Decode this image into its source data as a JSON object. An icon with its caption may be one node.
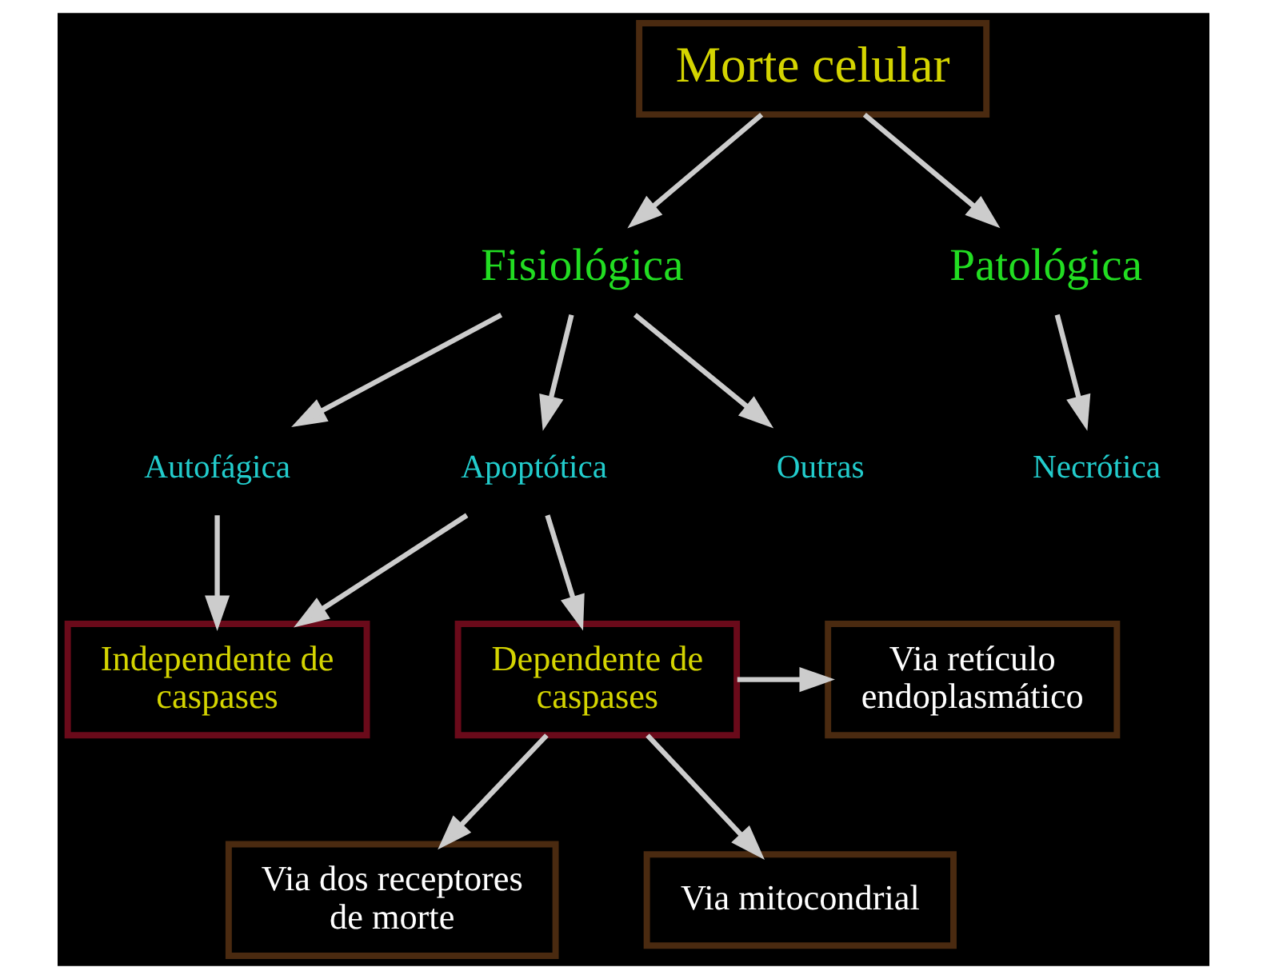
{
  "diagram": {
    "nodes": [
      {
        "text": [
          "Morte celular"
        ]
      },
      {
        "text": [
          "Fisiológica"
        ]
      },
      {
        "text": [
          "Patológica"
        ]
      },
      {
        "text": [
          "Autofágica"
        ]
      },
      {
        "text": [
          "Apoptótica"
        ]
      },
      {
        "text": [
          "Outras"
        ]
      },
      {
        "text": [
          "Necrótica"
        ]
      },
      {
        "text": [
          "Independente de caspases"
        ]
      },
      {
        "text": [
          "Dependente de caspases"
        ]
      },
      {
        "text": [
          "Via retículo endoplasmático"
        ]
      },
      {
        "text": [
          "Via dos receptores de morte"
        ]
      },
      {
        "text": [
          "Via mitocondrial"
        ]
      }
    ],
    "edges": [
      {
        "from": 0,
        "to": 1,
        "arrow": "to"
      },
      {
        "from": 0,
        "to": 2,
        "arrow": "to"
      },
      {
        "from": 1,
        "to": 3,
        "arrow": "to"
      },
      {
        "from": 1,
        "to": 4,
        "arrow": "to"
      },
      {
        "from": 1,
        "to": 5,
        "arrow": "to"
      },
      {
        "from": 2,
        "to": 6,
        "arrow": "to"
      },
      {
        "from": 3,
        "to": 7,
        "arrow": "to"
      },
      {
        "from": 4,
        "to": 7,
        "arrow": "to"
      },
      {
        "from": 4,
        "to": 8,
        "arrow": "to"
      },
      {
        "from": 8,
        "to": 9,
        "arrow": "to"
      },
      {
        "from": 8,
        "to": 10,
        "arrow": "to"
      },
      {
        "from": 8,
        "to": 11,
        "arrow": "to"
      }
    ]
  }
}
